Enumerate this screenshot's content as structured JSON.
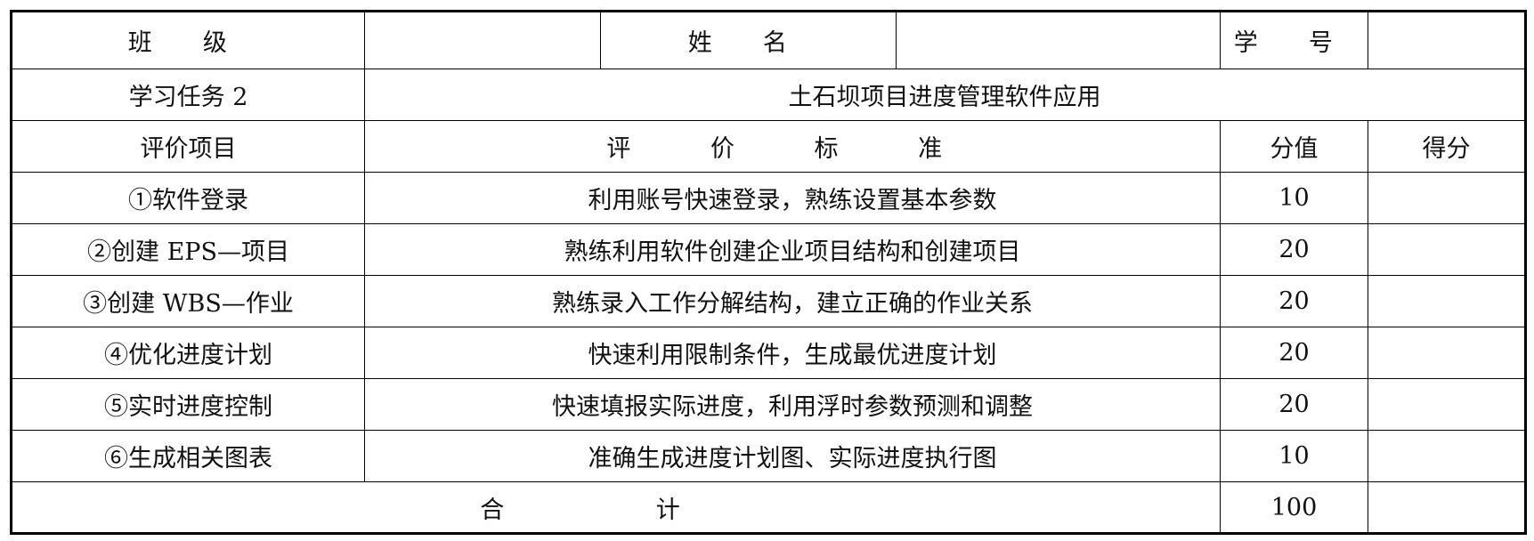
{
  "header": {
    "class_label": "班 级",
    "class_value": "",
    "name_label": "姓 名",
    "name_value": "",
    "id_label": "学 号",
    "id_value": ""
  },
  "task": {
    "label": "学习任务 2",
    "title": "土石坝项目进度管理软件应用"
  },
  "columns": {
    "item": "评价项目",
    "criteria": "评 价 标 准",
    "points": "分值",
    "score": "得分"
  },
  "rows": [
    {
      "item": "①软件登录",
      "criteria": "利用账号快速登录，熟练设置基本参数",
      "points": "10",
      "score": ""
    },
    {
      "item": "②创建 EPS—项目",
      "criteria": "熟练利用软件创建企业项目结构和创建项目",
      "points": "20",
      "score": ""
    },
    {
      "item": "③创建 WBS—作业",
      "criteria": "熟练录入工作分解结构，建立正确的作业关系",
      "points": "20",
      "score": ""
    },
    {
      "item": "④优化进度计划",
      "criteria": "快速利用限制条件，生成最优进度计划",
      "points": "20",
      "score": ""
    },
    {
      "item": "⑤实时进度控制",
      "criteria": "快速填报实际进度，利用浮时参数预测和调整",
      "points": "20",
      "score": ""
    },
    {
      "item": "⑥生成相关图表",
      "criteria": "准确生成进度计划图、实际进度执行图",
      "points": "10",
      "score": ""
    }
  ],
  "total": {
    "label": "合 计",
    "points": "100",
    "score": ""
  }
}
